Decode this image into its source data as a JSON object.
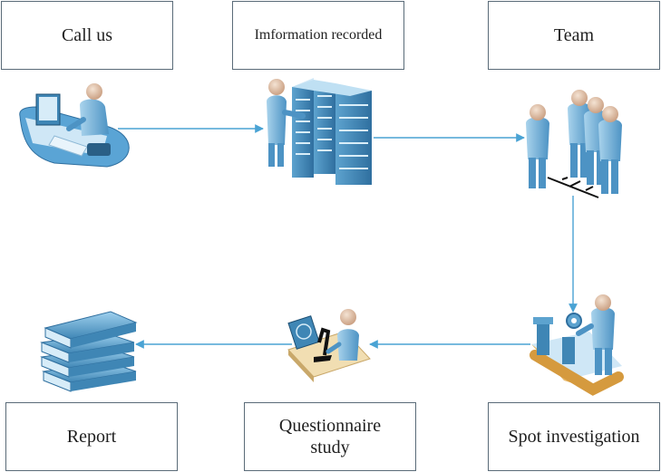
{
  "nodes": {
    "call_us": "Call us",
    "information_recorded": "Imformation recorded",
    "team": "Team",
    "spot_investigation": "Spot investigation",
    "questionnaire_study_line1": "Questionnaire",
    "questionnaire_study_line2": "study",
    "report": "Report"
  },
  "colors": {
    "connector": "#4aa3d4",
    "figure": "#7fb8dc",
    "figure_dark": "#3f86b5",
    "box_border": "#5a6b78"
  }
}
